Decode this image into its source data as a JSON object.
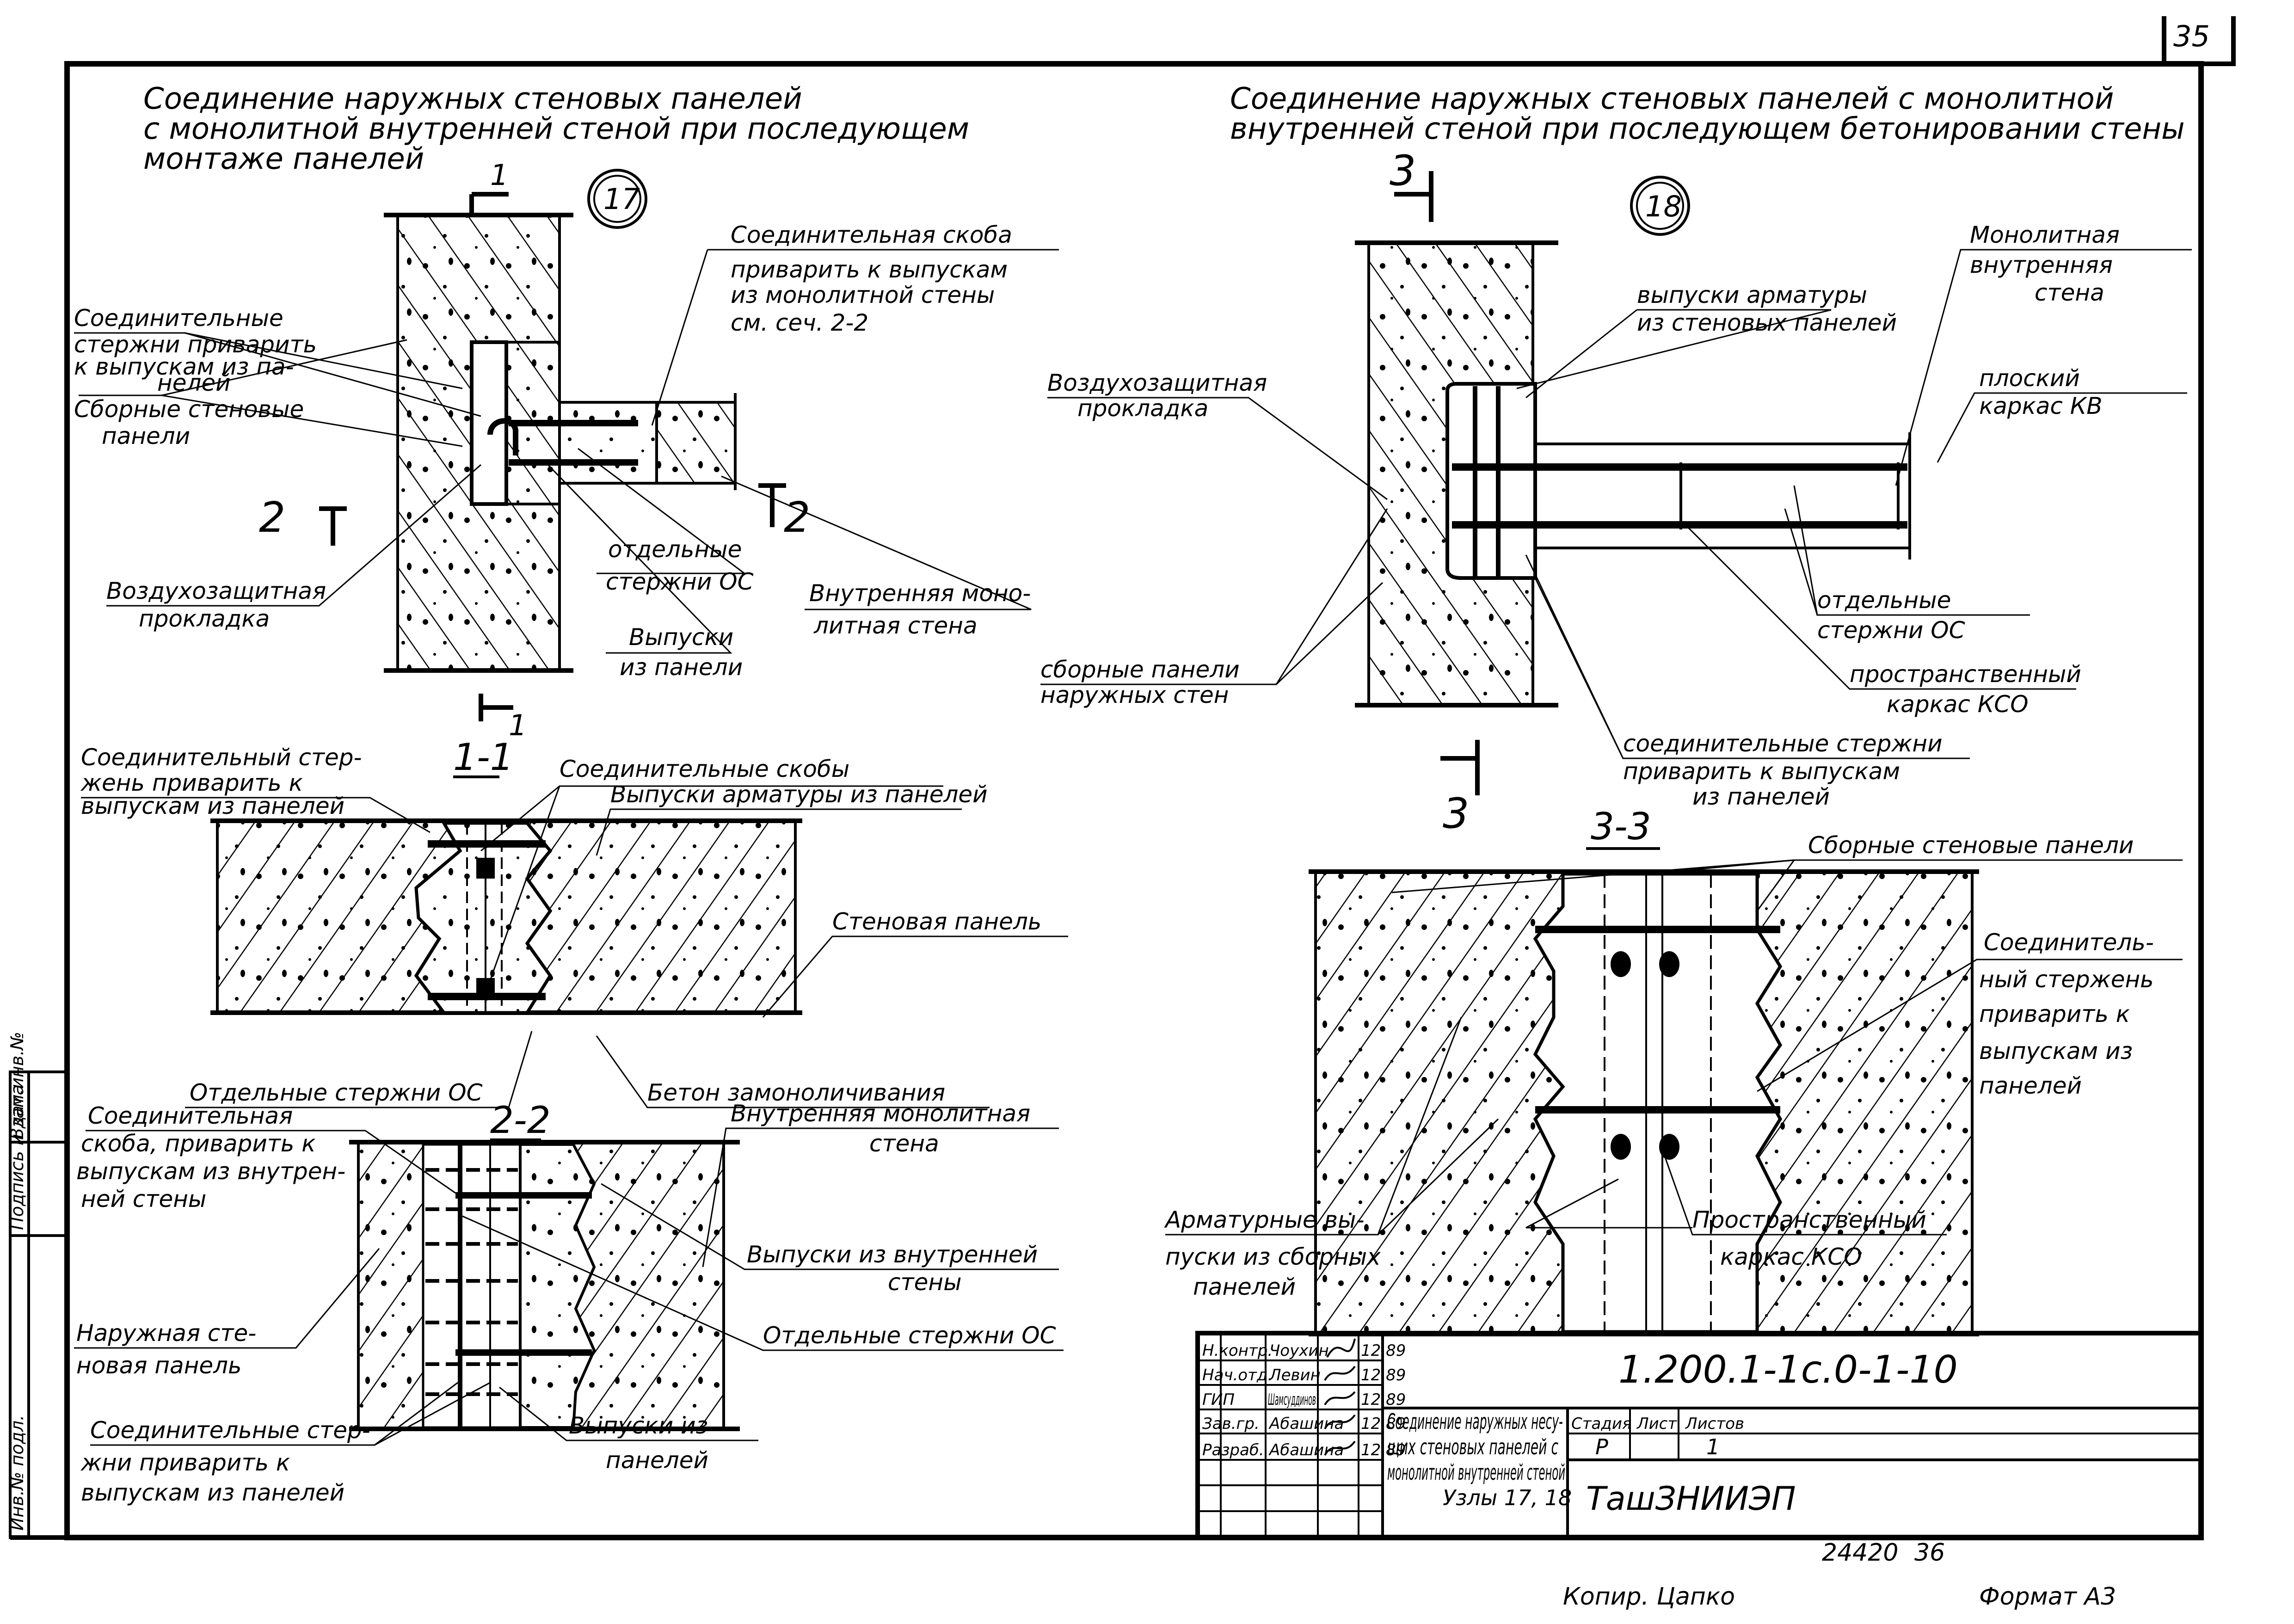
{
  "document": {
    "page_number": "35",
    "colors": {
      "ink": "#000000",
      "paper": "#ffffff"
    }
  },
  "detail17": {
    "title": [
      "Соединение наружных стеновых панелей",
      "с монолитной внутренней стеной при последующем",
      "монтаже панелей"
    ],
    "marker": "17",
    "section_marks": {
      "cut1_top": "1",
      "cut1_bottom": "1",
      "cut2_left": "2",
      "cut2_right": "2"
    },
    "labels": {
      "connecting_rods": [
        "Соединительные",
        "стержни приварить",
        "к выпускам из па-",
        "нелей"
      ],
      "prefab_panels": [
        "Сборные стеновые",
        "панели"
      ],
      "air_seal": [
        "Воздухозащитная",
        "прокладка"
      ],
      "bracket": [
        "Соединительная скоба",
        "приварить к выпускам",
        "из монолитной стены",
        "см. сеч. 2-2"
      ],
      "separate_rods": [
        "отдельные",
        "стержни ОС"
      ],
      "inner_wall": [
        "Внутренняя моно-",
        "литная стена"
      ],
      "panel_outlets": [
        "Выпуски",
        "из панели"
      ]
    }
  },
  "detail18": {
    "title": [
      "Соединение наружных стеновых панелей с монолитной",
      "внутренней стеной при последующем бетонировании стены"
    ],
    "marker": "18",
    "section_marks": {
      "cut3_top": "3",
      "cut3_bottom": "3"
    },
    "labels": {
      "rebar_outlets": [
        "выпуски арматуры",
        "из стеновых панелей"
      ],
      "monolithic_wall": [
        "Монолитная",
        "внутренняя",
        "стена"
      ],
      "flat_frame": [
        "плоский",
        "каркас КВ"
      ],
      "air_seal": [
        "Воздухозащитная",
        "прокладка"
      ],
      "separate_rods": [
        "отдельные",
        "стержни ОС"
      ],
      "spatial_frame": [
        "пространственный",
        "каркас КСО"
      ],
      "prefab_panels": [
        "сборные панели",
        "наружных стен"
      ],
      "connecting_rods": [
        "соединительные стержни",
        "приварить к выпускам",
        "из панелей"
      ]
    }
  },
  "section11": {
    "title": "1-1",
    "labels": {
      "connecting_rod": [
        "Соединительный стер-",
        "жень приварить к",
        "выпускам из панелей"
      ],
      "brackets": "Соединительные скобы",
      "rebar_outlets": "Выпуски арматуры из панелей",
      "wall_panel": "Стеновая панель",
      "separate_rods": "Отдельные стержни ОС",
      "grout": "Бетон замоноличивания"
    }
  },
  "section22": {
    "title": "2-2",
    "labels": {
      "bracket": [
        "Соединительная",
        "скоба, приварить к",
        "выпускам из внутрен-",
        "ней стены"
      ],
      "inner_wall": [
        "Внутренняя монолитная",
        "стена"
      ],
      "inner_outlets": [
        "Выпуски из внутренней",
        "стены"
      ],
      "outer_panel": [
        "Наружная сте-",
        "новая панель"
      ],
      "separate_rods": "Отдельные стержни ОС",
      "connecting_rods": [
        "Соединительные стер-",
        "жни приварить к",
        "выпускам из панелей"
      ],
      "panel_outlets": [
        "Выпуски из",
        "панелей"
      ]
    }
  },
  "section33": {
    "title": "3-3",
    "labels": {
      "prefab_panels": "Сборные стеновые панели",
      "connecting_rod": [
        "Соединитель-",
        "ный стержень",
        "приварить к",
        "выпускам из",
        "панелей"
      ],
      "rebar_outlets": [
        "Арматурные вы-",
        "пуски из сборных",
        "панелей"
      ],
      "spatial_frame": [
        "Пространственный",
        "каркас КСО"
      ]
    }
  },
  "title_block": {
    "signatures": [
      {
        "role": "Н.контр.",
        "name": "Чоухин",
        "date": "12.89"
      },
      {
        "role": "Нач.отд.",
        "name": "Левин",
        "date": "12.89"
      },
      {
        "role": "ГИП",
        "name": "Шамсуддинов",
        "date": "12.89"
      },
      {
        "role": "Зав.гр.",
        "name": "Абашина",
        "date": "12.89"
      },
      {
        "role": "Разраб.",
        "name": "Абашина",
        "date": "12.89"
      }
    ],
    "document_code": "1.200.1-1с.0-1-10",
    "sheet_title": [
      "Соединение наружных несу-",
      "щих стеновых панелей с",
      "монолитной внутренней стеной",
      "Узлы 17, 18"
    ],
    "stage_header": "Стадия",
    "sheet_header": "Лист",
    "sheets_header": "Листов",
    "stage": "Р",
    "sheet": "",
    "sheets": "1",
    "organization": "ТашЗНИИЭП"
  },
  "stamp_strip": {
    "cells": [
      "Инв.№ подл.",
      "Подпись и дата",
      "Взам.инв.№"
    ]
  },
  "footer": {
    "archive_number": "24420",
    "archive_page": "36",
    "copied_by": "Копир. Цапко",
    "format": "Формат А3"
  }
}
